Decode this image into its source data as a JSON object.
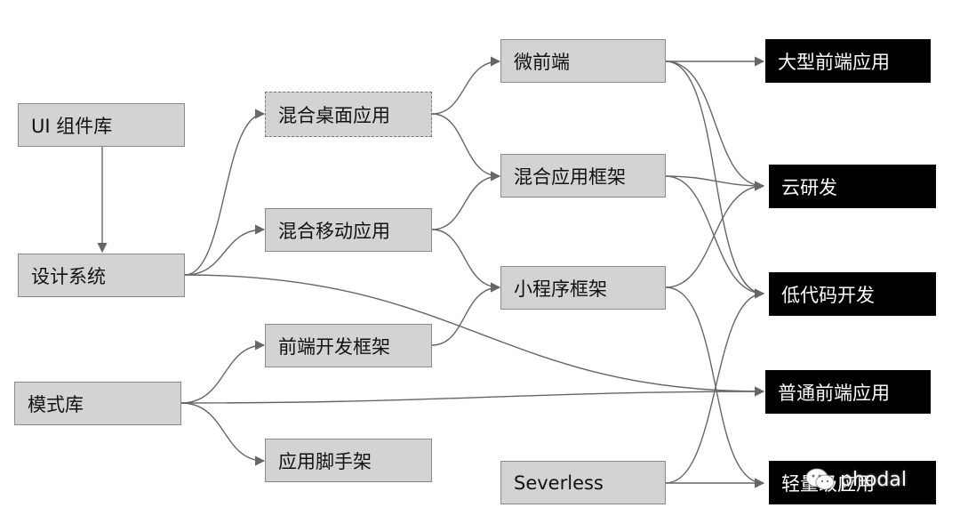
{
  "nodes": {
    "ui_lib": "UI 组件库",
    "design_system": "设计系统",
    "pattern_lib": "模式库",
    "hybrid_desktop": "混合桌面应用",
    "hybrid_mobile": "混合移动应用",
    "frontend_framework": "前端开发框架",
    "scaffold": "应用脚手架",
    "micro_frontend": "微前端",
    "hybrid_framework": "混合应用框架",
    "miniapp_framework": "小程序框架",
    "serverless": "Severless",
    "large_frontend": "大型前端应用",
    "cloud_dev": "云研发",
    "low_code": "低代码开发",
    "normal_frontend": "普通前端应用",
    "lightweight_app": "轻量级应用"
  },
  "watermark": {
    "text": "phodal",
    "icon": "wechat-icon"
  },
  "colors": {
    "gray_node": "#d3d3d3",
    "black_node": "#000000",
    "edge": "#666666"
  }
}
